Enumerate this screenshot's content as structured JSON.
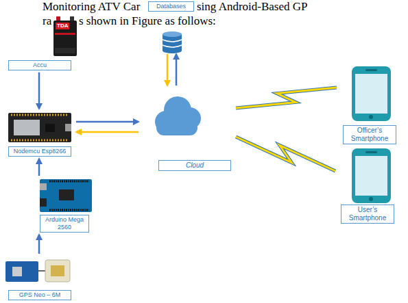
{
  "diagram": {
    "nodes": [
      {
        "text": [
          "Databases"
        ]
      },
      {
        "text": [
          "Accu"
        ]
      },
      {
        "text": [
          "Nodemcu Esp8266"
        ]
      },
      {
        "text": [
          "Cloud"
        ]
      },
      {
        "text": [
          "Officer’s Smartphone"
        ]
      },
      {
        "text": [
          "User’s Smartphone"
        ]
      },
      {
        "text": [
          "Arduino Mega 2560"
        ]
      },
      {
        "text": [
          "GPS Neo – 6M"
        ]
      }
    ],
    "edges": [
      {
        "from": 1,
        "to": 2,
        "arrow": "to"
      },
      {
        "from": 6,
        "to": 2,
        "arrow": "to"
      },
      {
        "from": 7,
        "to": 6,
        "arrow": "to"
      },
      {
        "from": 2,
        "to": 3,
        "arrow": "to"
      },
      {
        "from": 3,
        "to": 2,
        "arrow": "to"
      },
      {
        "from": 3,
        "to": 0,
        "arrow": "to"
      },
      {
        "from": 0,
        "to": 3,
        "arrow": "to"
      },
      {
        "from": 3,
        "to": 4,
        "arrow": "none"
      },
      {
        "from": 3,
        "to": 5,
        "arrow": "none"
      }
    ],
    "labels": [
      "Monitoring ATV Car",
      "sing Android-Based GP",
      "ra",
      "s shown in Figure as follows:",
      "TDA"
    ]
  }
}
